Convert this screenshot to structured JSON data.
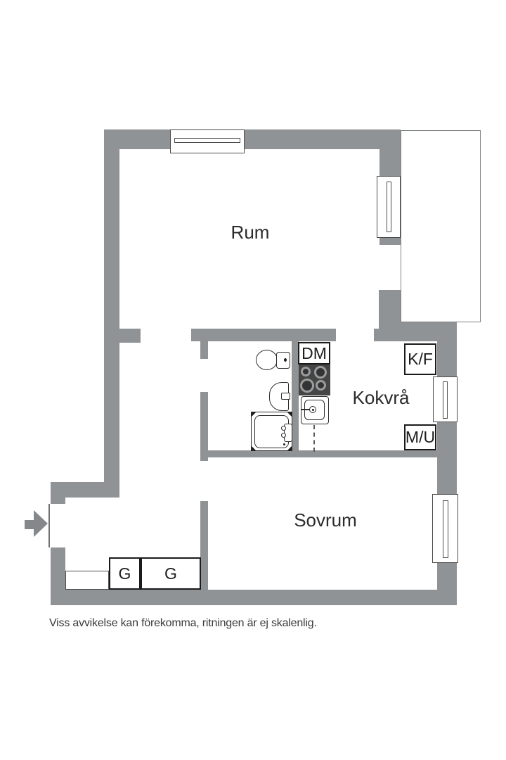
{
  "plan": {
    "rooms": {
      "living": "Rum",
      "kitchen": "Kokvrå",
      "bedroom": "Sovrum"
    },
    "fixtures": {
      "dishwasher": "DM",
      "fridge_freezer": "K/F",
      "micro_oven": "M/U",
      "wardrobe_1": "G",
      "wardrobe_2": "G"
    },
    "disclaimer": "Viss avvikelse kan förekomma, ritningen är ej skalenlig.",
    "colors": {
      "wall": "#909396",
      "arrow": "#85888b",
      "line": "#2d2d2d",
      "box_border": "#1b1b1b",
      "stove_bg": "#454545",
      "burner_ring": "#9a9c9e",
      "burner_core": "#343434",
      "text": "#2b2b2b",
      "thin_line": "#4d4d4d",
      "neighbor_border": "#7c7f82"
    }
  }
}
